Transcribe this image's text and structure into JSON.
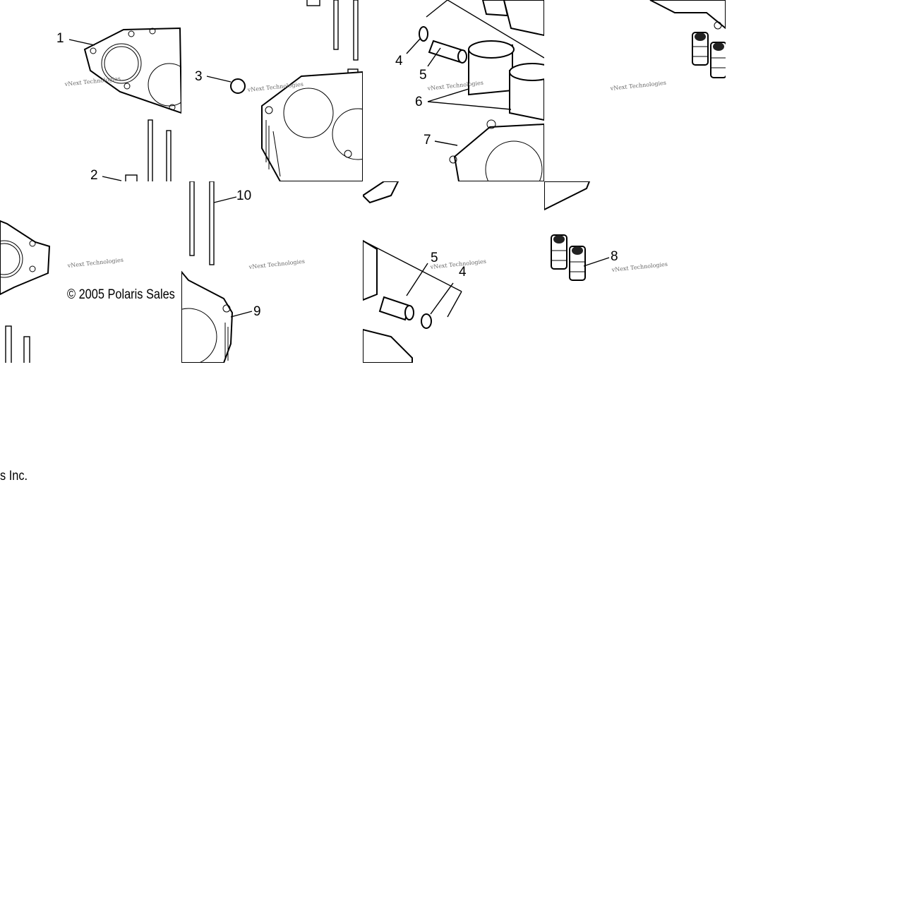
{
  "callouts": [
    "1",
    "2",
    "3",
    "4",
    "5",
    "6",
    "7",
    "8",
    "9",
    "10"
  ],
  "watermark": "vNext Technologies",
  "copyright": {
    "part1": "© 2005 Polaris Sales",
    "part2": "s Inc."
  }
}
